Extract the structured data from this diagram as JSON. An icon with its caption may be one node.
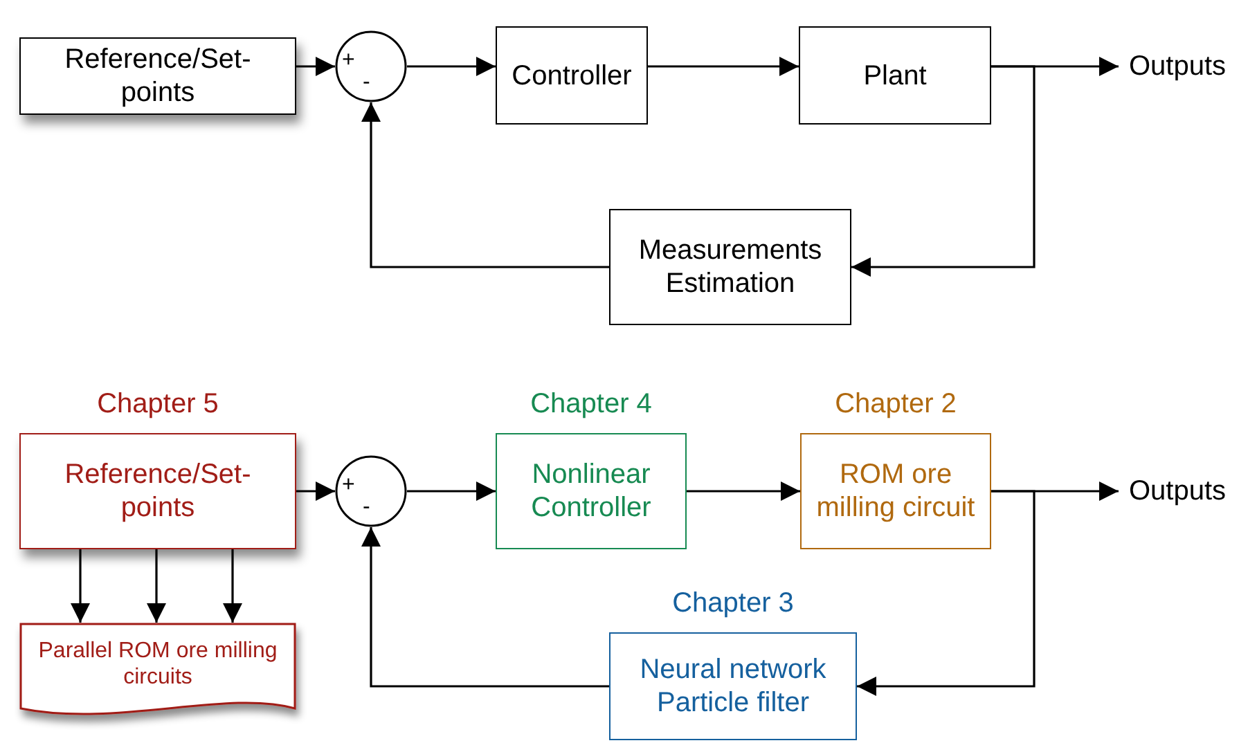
{
  "diagram": {
    "nodes": [
      {
        "text": [
          "Reference/Set-points"
        ]
      },
      {
        "text": [
          "+",
          "-"
        ]
      },
      {
        "text": [
          "Controller"
        ]
      },
      {
        "text": [
          "Plant"
        ]
      },
      {
        "text": [
          "Outputs"
        ]
      },
      {
        "text": [
          "Measurements Estimation"
        ]
      },
      {
        "text": [
          "Chapter 5",
          "Reference/Set-points"
        ]
      },
      {
        "text": [
          "+",
          "-"
        ]
      },
      {
        "text": [
          "Chapter 4",
          "Nonlinear Controller"
        ]
      },
      {
        "text": [
          "Chapter 2",
          "ROM ore milling circuit"
        ]
      },
      {
        "text": [
          "Outputs"
        ]
      },
      {
        "text": [
          "Chapter 3",
          "Neural network Particle filter"
        ]
      },
      {
        "text": [
          "Parallel ROM ore milling circuits"
        ]
      }
    ],
    "edges": [
      {
        "from": 0,
        "to": 1,
        "arrow": "to"
      },
      {
        "from": 1,
        "to": 2,
        "arrow": "to"
      },
      {
        "from": 2,
        "to": 3,
        "arrow": "to"
      },
      {
        "from": 3,
        "to": 4,
        "arrow": "to"
      },
      {
        "from": 3,
        "to": 5,
        "arrow": "to"
      },
      {
        "from": 5,
        "to": 1,
        "arrow": "to"
      },
      {
        "from": 6,
        "to": 7,
        "arrow": "to"
      },
      {
        "from": 7,
        "to": 8,
        "arrow": "to"
      },
      {
        "from": 8,
        "to": 9,
        "arrow": "to"
      },
      {
        "from": 9,
        "to": 10,
        "arrow": "to"
      },
      {
        "from": 9,
        "to": 11,
        "arrow": "to"
      },
      {
        "from": 11,
        "to": 7,
        "arrow": "to"
      },
      {
        "from": 6,
        "to": 12,
        "arrow": "to"
      },
      {
        "from": 6,
        "to": 12,
        "arrow": "to"
      },
      {
        "from": 6,
        "to": 12,
        "arrow": "to"
      }
    ]
  }
}
